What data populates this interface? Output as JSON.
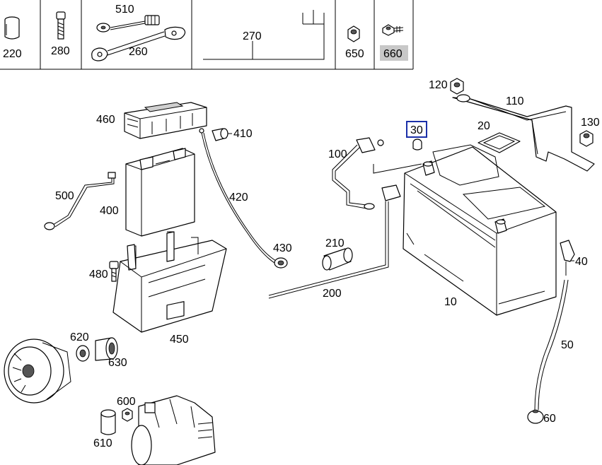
{
  "header_parts": [
    {
      "id": "cell-220",
      "label": "220"
    },
    {
      "id": "cell-280",
      "label": "280"
    },
    {
      "id": "cell-510",
      "label": "510"
    },
    {
      "id": "cell-260",
      "label": "260"
    },
    {
      "id": "cell-270",
      "label": "270"
    },
    {
      "id": "cell-650",
      "label": "650"
    },
    {
      "id": "cell-660",
      "label": "660",
      "highlighted": true
    }
  ],
  "callouts": {
    "p10": "10",
    "p20": "20",
    "p30": "30",
    "p40": "40",
    "p50": "50",
    "p60": "60",
    "p100": "100",
    "p110": "110",
    "p120": "120",
    "p130": "130",
    "p200": "200",
    "p210": "210",
    "p400": "400",
    "p410": "410",
    "p420": "420",
    "p430": "430",
    "p450": "450",
    "p460": "460",
    "p480": "480",
    "p500": "500",
    "p600": "600",
    "p610": "610",
    "p620": "620",
    "p630": "630"
  },
  "selected_part": "30",
  "colors": {
    "highlight_cell": "#c8c8c8",
    "selection_box": "#1a2fa8"
  }
}
